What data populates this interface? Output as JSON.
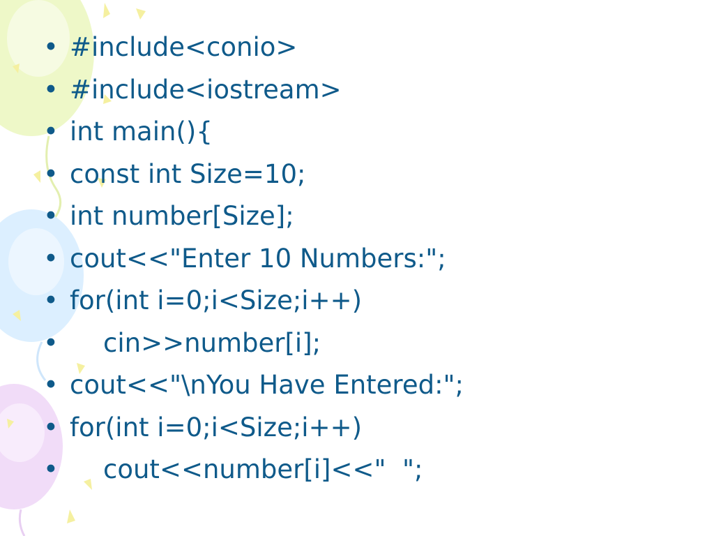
{
  "slide": {
    "lines": [
      {
        "bullet": "•",
        "text": "#include<conio>",
        "indent": false
      },
      {
        "bullet": "•",
        "text": "#include<iostream>",
        "indent": false
      },
      {
        "bullet": "•",
        "text": "int main(){",
        "indent": false
      },
      {
        "bullet": "•",
        "text": "const int Size=10;",
        "indent": false
      },
      {
        "bullet": "•",
        "text": "int number[Size];",
        "indent": false
      },
      {
        "bullet": "•",
        "text": "cout<<\"Enter 10 Numbers:\";",
        "indent": false
      },
      {
        "bullet": "•",
        "text": "for(int i=0;i<Size;i++)",
        "indent": false
      },
      {
        "bullet": "•",
        "text": "cin>>number[i];",
        "indent": true
      },
      {
        "bullet": "•",
        "text": "cout<<\"\\nYou Have Entered:\";",
        "indent": false
      },
      {
        "bullet": "•",
        "text": "for(int i=0;i<Size;i++)",
        "indent": false
      },
      {
        "bullet": "•",
        "text": "cout<<number[i]<<\"  \";",
        "indent": true
      }
    ]
  },
  "theme": {
    "text_color": "#0f5a8a",
    "balloon_green": "#eef8c8",
    "balloon_blue": "#dcefff",
    "balloon_purple": "#f1dcf8",
    "star_yellow": "#f5f0a0"
  },
  "decorations": {
    "icons": [
      "balloon-icon",
      "star-icon"
    ]
  }
}
